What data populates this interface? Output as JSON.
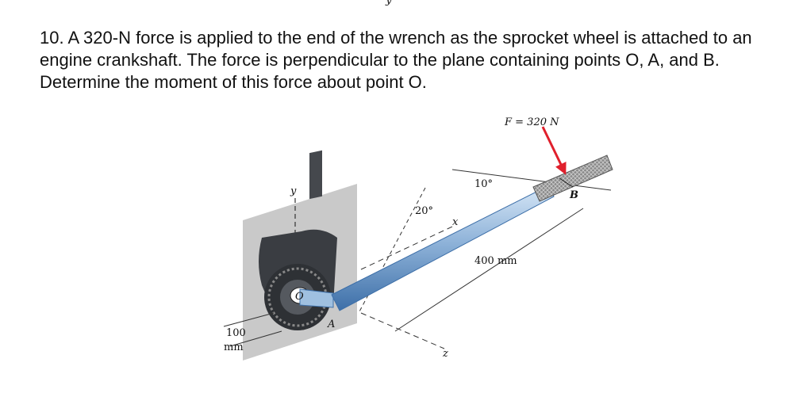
{
  "problem": {
    "text": "10. A 320-N force is applied to the end of the wrench as the sprocket wheel is attached to an engine crankshaft. The force is perpendicular to the plane containing points O, A, and B. Determine the moment of this force about point O."
  },
  "top_mark": "y",
  "figure": {
    "force_label": "F = 320 N",
    "angle_handle": "10°",
    "angle_axis": "20°",
    "length_handle": "400 mm",
    "length_offset_1": "100",
    "length_offset_2": "mm",
    "point_o": "O",
    "point_a": "A",
    "point_b": "B",
    "axis_x": "x",
    "axis_y": "y",
    "axis_z": "z",
    "colors": {
      "force_arrow": "#e0202c",
      "wrench": "#8fb3d9",
      "wall": "#c9c9c9",
      "sprocket": "#3a3d42"
    }
  }
}
